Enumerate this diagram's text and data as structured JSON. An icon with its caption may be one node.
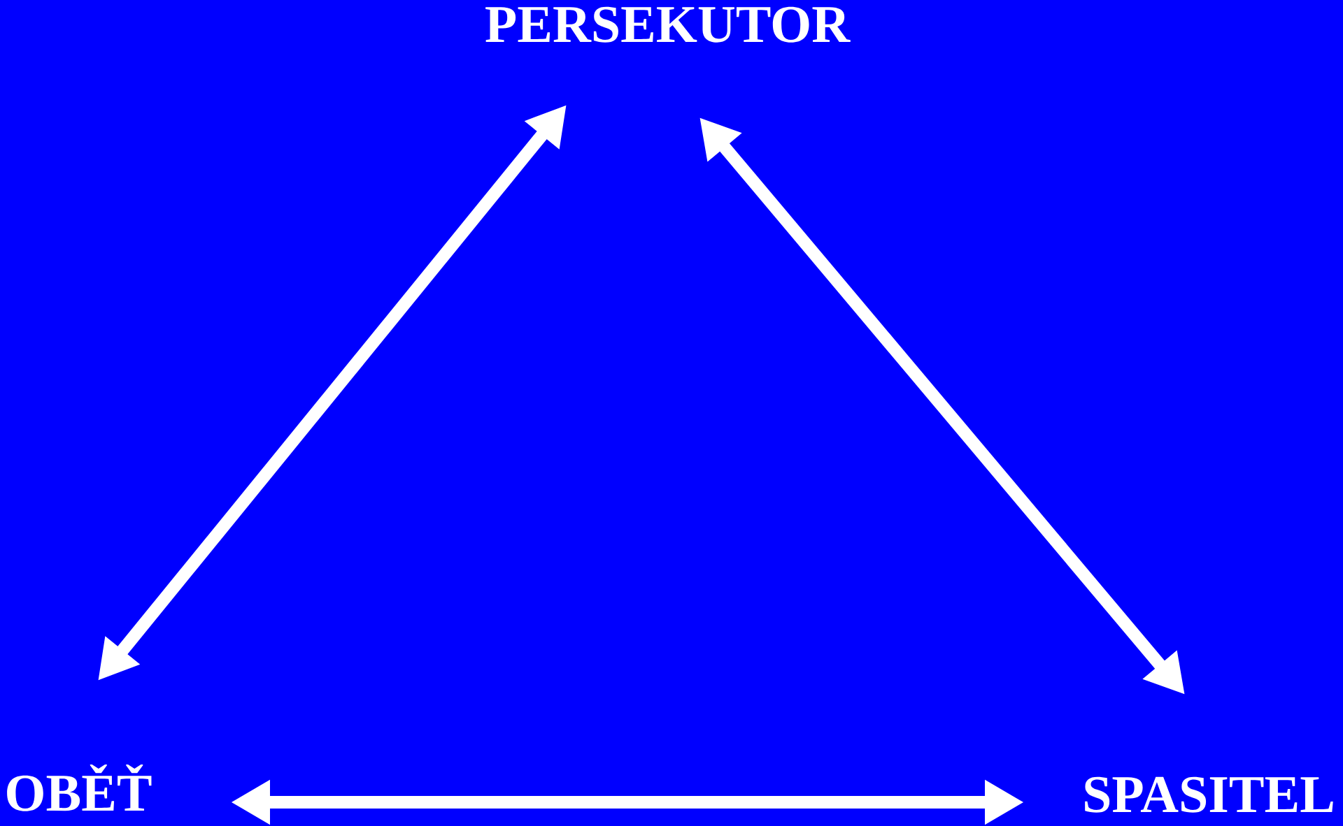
{
  "diagram": {
    "nodes": [
      {
        "text": [
          "PERSEKUTOR"
        ]
      },
      {
        "text": [
          "OBĚŤ"
        ]
      },
      {
        "text": [
          "SPASITEL"
        ]
      }
    ],
    "edges": [
      {
        "from": 0,
        "to": 1,
        "arrow": "both"
      },
      {
        "from": 0,
        "to": 2,
        "arrow": "both"
      },
      {
        "from": 1,
        "to": 2,
        "arrow": "both"
      }
    ]
  }
}
